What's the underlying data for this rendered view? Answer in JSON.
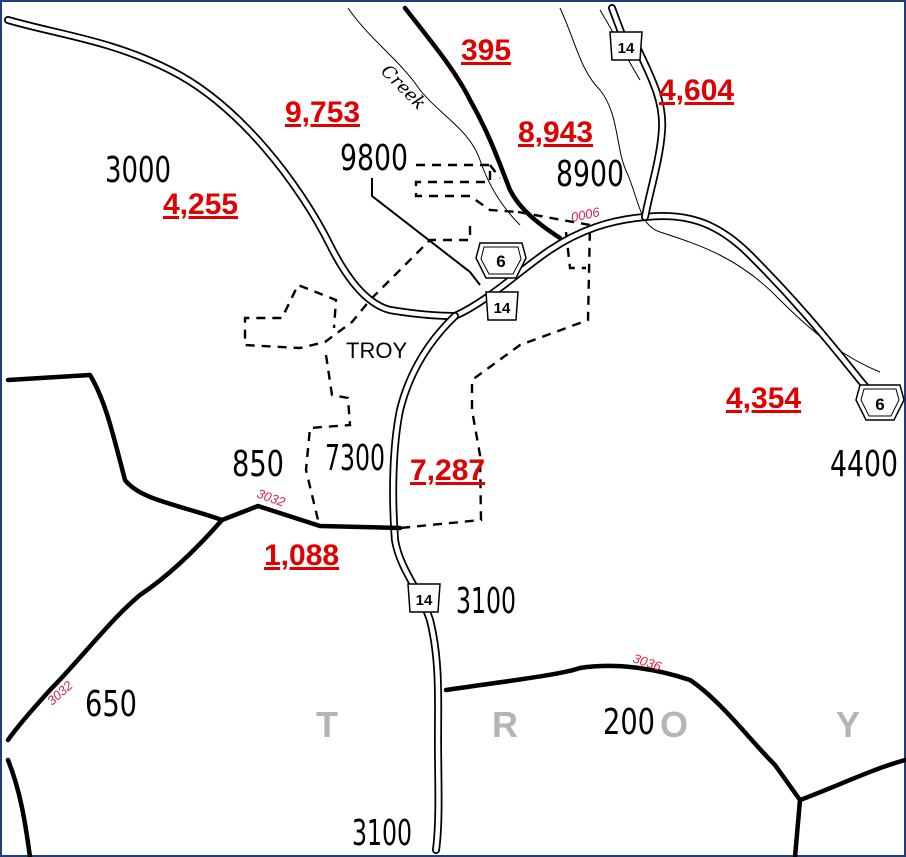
{
  "traffic_counts": [
    "395",
    "4,604",
    "9,753",
    "8,943",
    "4,255",
    "4,354",
    "7,287",
    "1,088"
  ],
  "segment_ids": [
    "3000",
    "9800",
    "8900",
    "850",
    "7300",
    "4400",
    "3100",
    "650",
    "200",
    "3100"
  ],
  "route_numbers": [
    "0006",
    "3032",
    "3032",
    "3036"
  ],
  "shields": [
    "14",
    "6",
    "14",
    "6",
    "14"
  ],
  "town_label": "TROY",
  "township_letters": [
    "T",
    "R",
    "O",
    "Y"
  ],
  "creek_label": "Creek",
  "colors": {
    "count_red": "#e00000",
    "route_pink": "#e0204a",
    "frame_blue": "#1f3f7a",
    "township_gray": "#b5b5b5"
  }
}
